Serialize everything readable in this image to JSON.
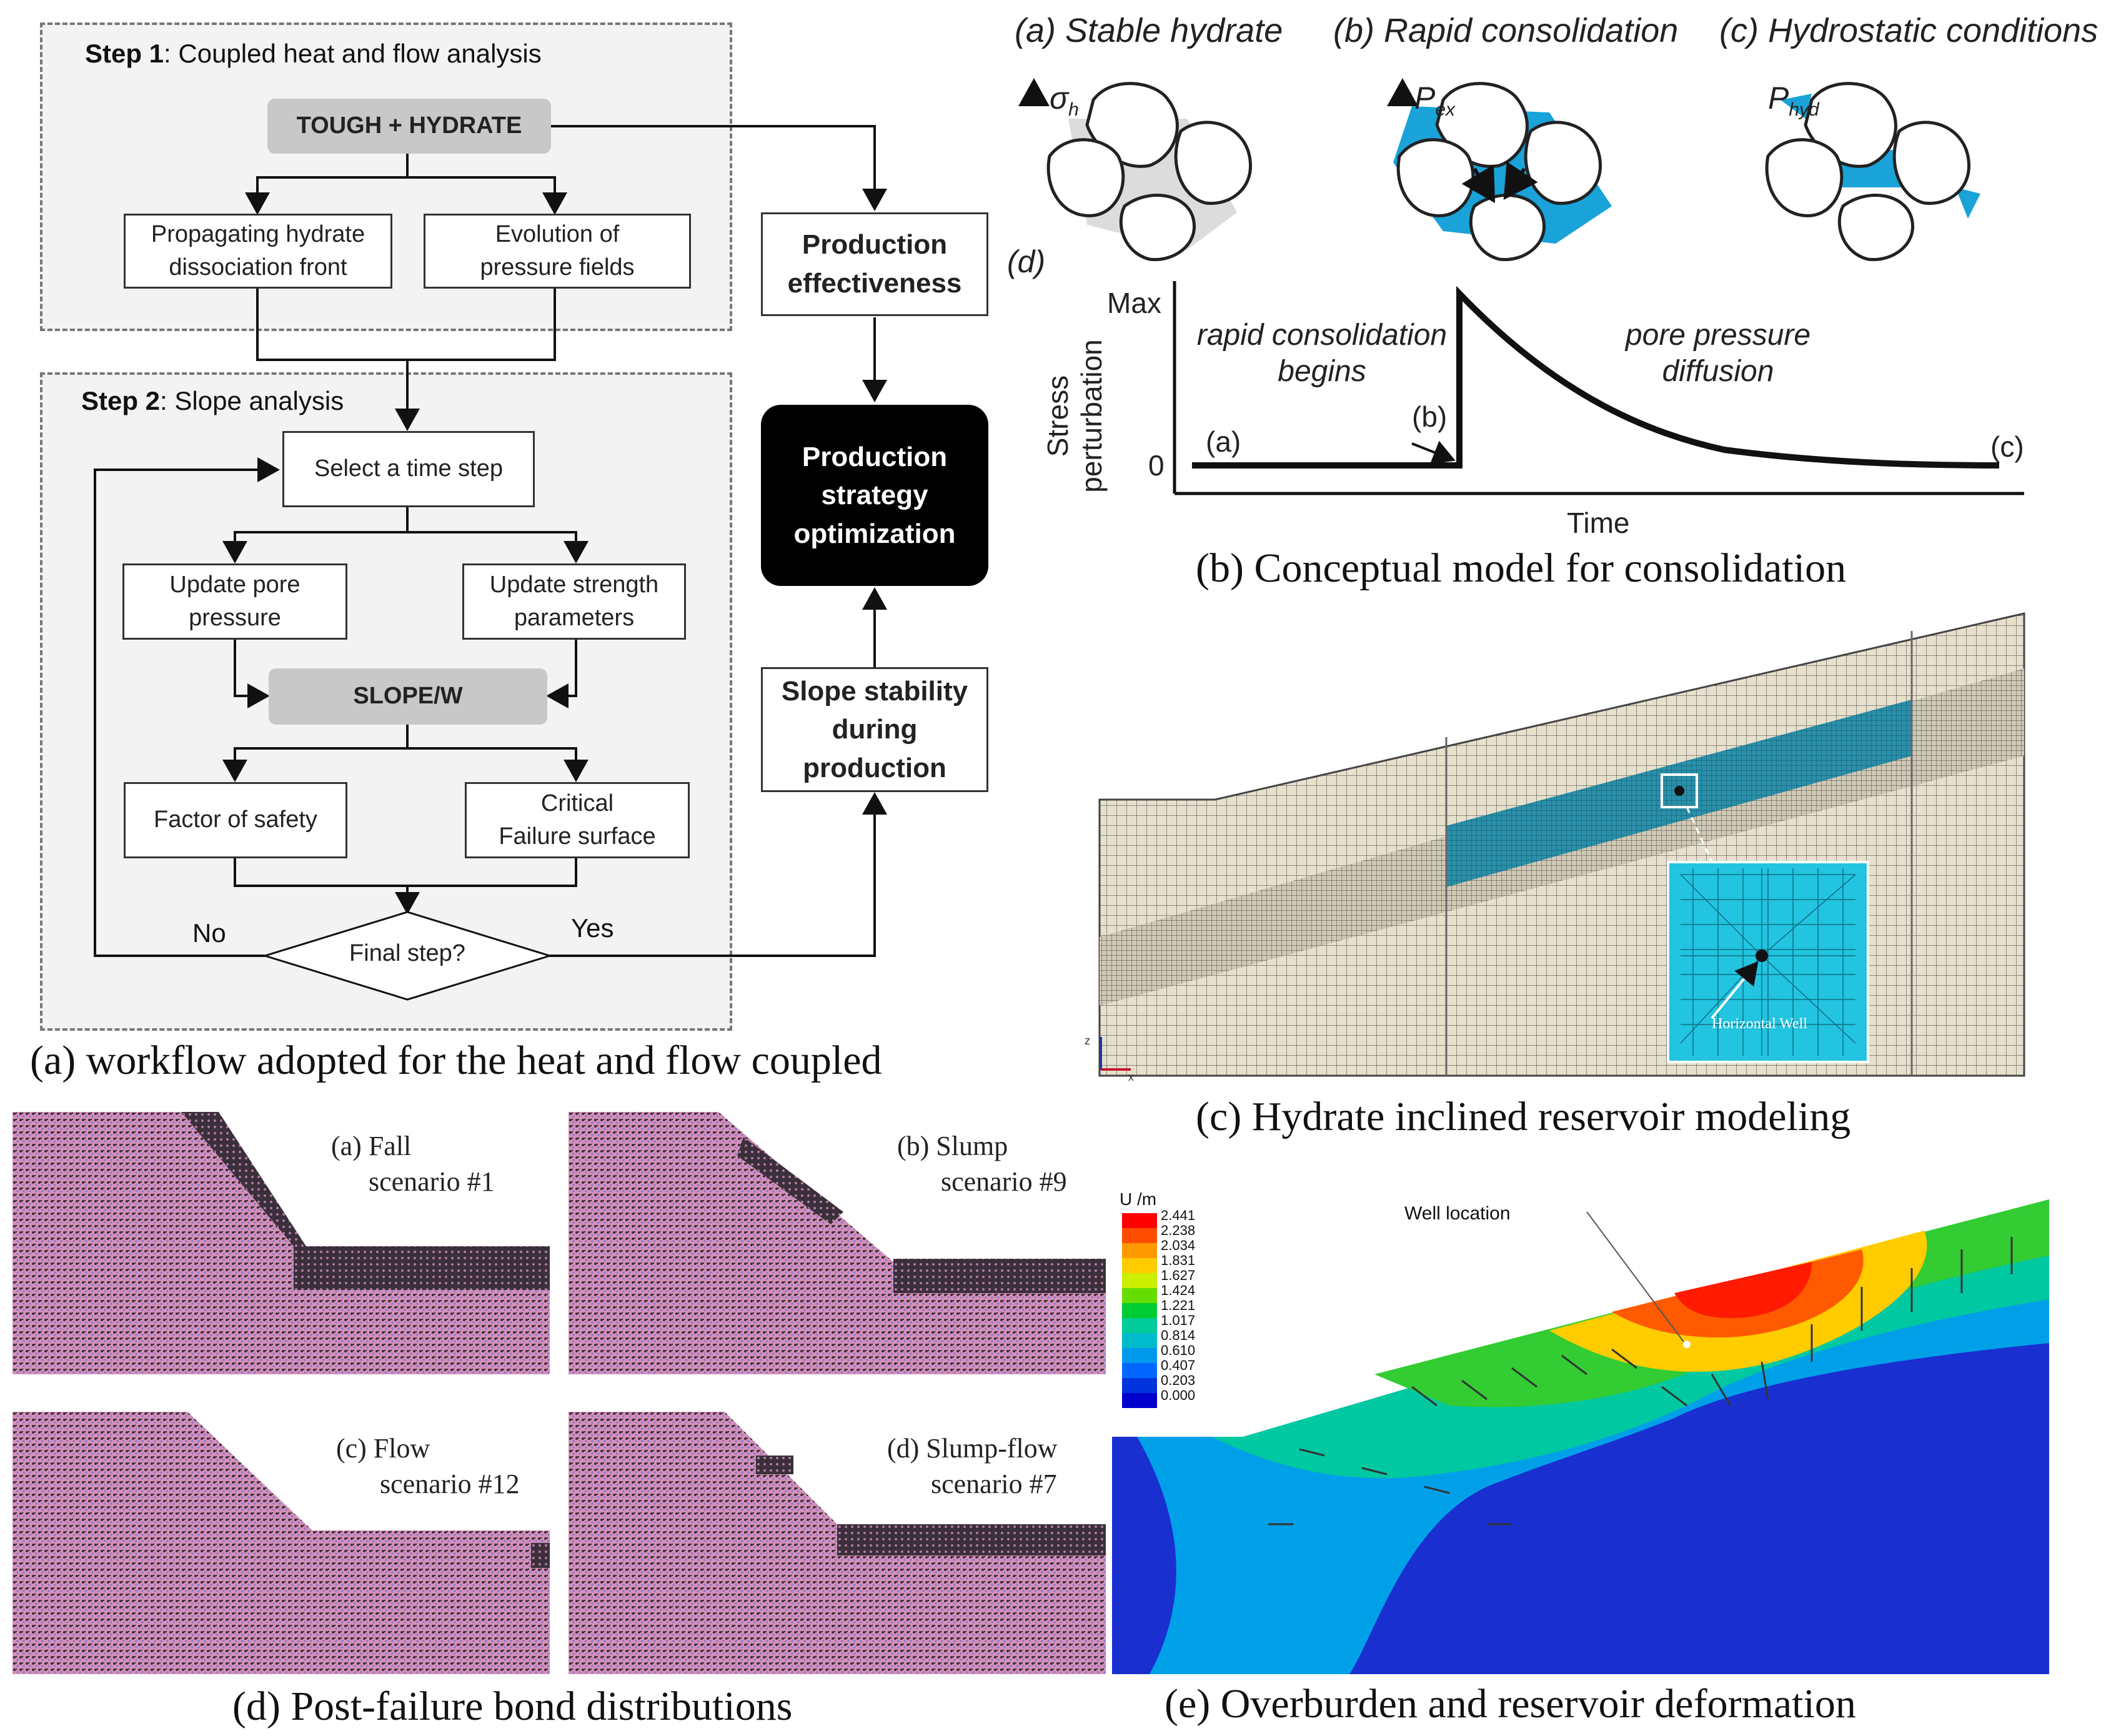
{
  "panel_a": {
    "step1_bold": "Step 1",
    "step1_rest": ": Coupled heat and flow analysis",
    "step2_bold": "Step 2",
    "step2_rest": ": Slope analysis",
    "tough": "TOUGH + HYDRATE",
    "front": "Propagating hydrate\ndissociation front",
    "pressure": "Evolution of\npressure  fields",
    "select": "Select a time step",
    "update_pore": "Update pore\npressure",
    "update_strength": "Update strength\nparameters",
    "slopew": "SLOPE/W",
    "fos": "Factor of safety",
    "critical": "Critical\nFailure surface",
    "final": "Final step?",
    "no": "No",
    "yes": "Yes",
    "prod_eff": "Production\neffectiveness",
    "prod_opt": "Production\nstrategy\noptimization",
    "slope_stab": "Slope stability\nduring\nproduction",
    "caption": "(a) workflow adopted for the heat and flow coupled"
  },
  "panel_b": {
    "stable": "(a) Stable hydrate",
    "rapid": "(b) Rapid consolidation",
    "hydro": "(c) Hydrostatic conditions",
    "sigma": "σ",
    "sigma_sub": "h",
    "pex": "P",
    "pex_sub": "ex",
    "phyd": "P",
    "phyd_sub": "hyd",
    "d_label": "(d)",
    "y_axis": "Stress perturbation",
    "x_axis": "Time",
    "max": "Max",
    "zero": "0",
    "point_a": "(a)",
    "point_b": "(b)",
    "point_c": "(c)",
    "rapid_text_1": "rapid consolidation",
    "rapid_text_2": "begins",
    "diff_text_1": "pore pressure",
    "diff_text_2": "diffusion",
    "caption": "(b) Conceptual model for consolidation"
  },
  "panel_c": {
    "well": "Horizontal Well",
    "axis_z": "z",
    "axis_x": "x",
    "caption": "(c) Hydrate inclined reservoir modeling"
  },
  "panel_d": {
    "fall_1": "(a) Fall",
    "fall_2": "scenario #1",
    "slump_1": "(b) Slump",
    "slump_2": "scenario #9",
    "flow_1": "(c) Flow",
    "flow_2": "scenario #12",
    "slumpflow_1": "(d) Slump-flow",
    "slumpflow_2": "scenario #7",
    "caption": "(d) Post-failure bond distributions"
  },
  "panel_e": {
    "unit": "U /m",
    "well": "Well location",
    "legend_values": [
      "2.441",
      "2.238",
      "2.034",
      "1.831",
      "1.627",
      "1.424",
      "1.221",
      "1.017",
      "0.814",
      "0.610",
      "0.407",
      "0.203",
      "0.000"
    ],
    "legend_colors": [
      "#ff0000",
      "#ff4d00",
      "#ff9900",
      "#ffcc00",
      "#ccee00",
      "#66dd00",
      "#00cc33",
      "#00cc99",
      "#00bbcc",
      "#0099ee",
      "#0066ff",
      "#0033dd",
      "#0000cc"
    ],
    "caption": "(e) Overburden and reservoir deformation"
  }
}
